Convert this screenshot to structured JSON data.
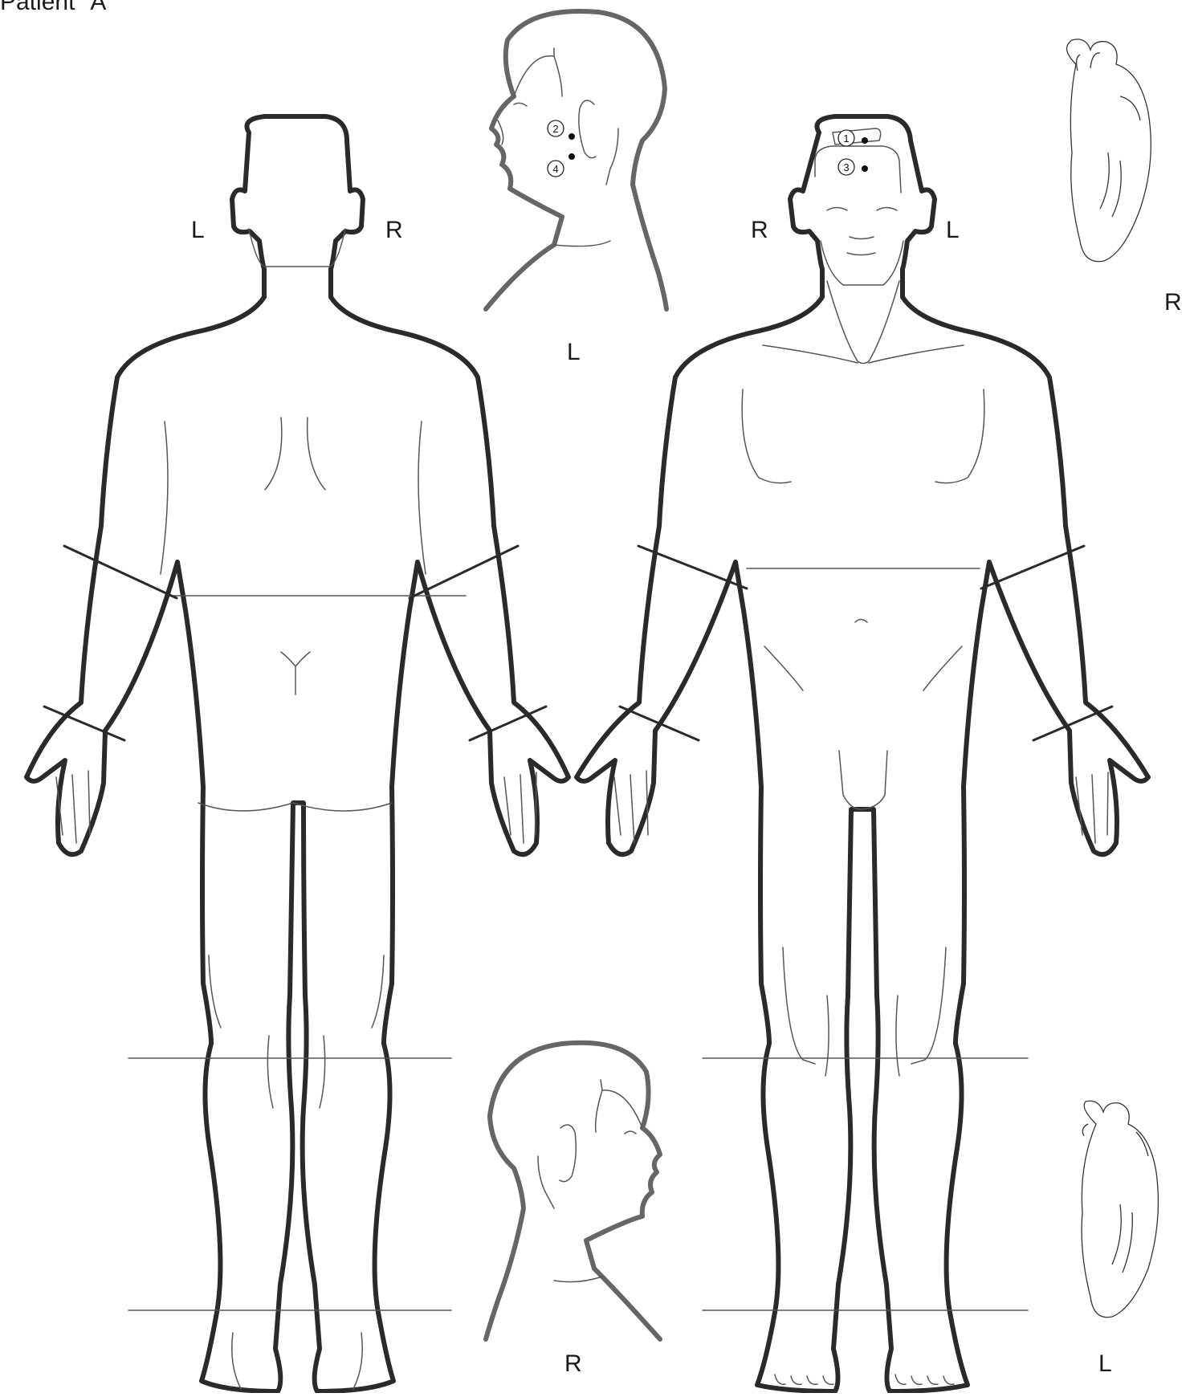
{
  "header": {
    "title": "Patient \"A\""
  },
  "side_labels": {
    "back_left": "L",
    "back_right": "R",
    "front_right": "R",
    "front_left": "L",
    "head_top": "L",
    "head_bottom": "R",
    "foot_top": "R",
    "foot_bottom": "L"
  },
  "markers": {
    "side_head": [
      "2",
      "4"
    ],
    "front_forehead": [
      "1",
      "3"
    ]
  },
  "colors": {
    "outline": "#2a2a2a",
    "head_outline": "#666666",
    "thin_line": "#444444",
    "marker_dot": "#111111"
  }
}
